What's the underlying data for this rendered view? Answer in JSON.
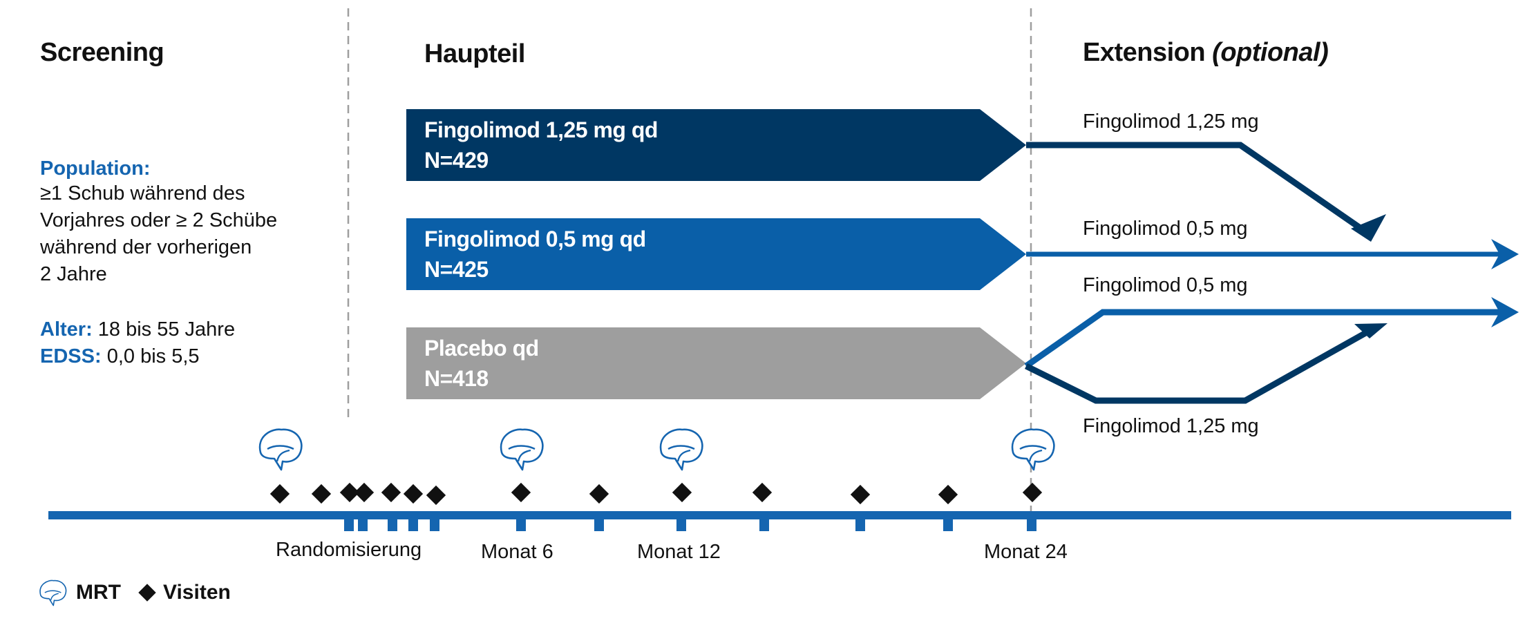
{
  "colors": {
    "dark_blue": "#003763",
    "mid_blue": "#0a5fa8",
    "gray": "#9e9e9e",
    "timeline_blue": "#1565b0",
    "label_blue": "#1565b0"
  },
  "sections": {
    "screening": "Screening",
    "main": "Haupteil",
    "extension": "Extension",
    "extension_note": "(optional)"
  },
  "population": {
    "label": "Population:",
    "lines": [
      "≥1 Schub während des",
      "Vorjahres oder ≥ 2 Schübe",
      "während der vorherigen",
      "2 Jahre"
    ]
  },
  "criteria": {
    "age_label": "Alter:",
    "age_value": "18 bis 55 Jahre",
    "edss_label": "EDSS:",
    "edss_value": "0,0 bis 5,5"
  },
  "arms": [
    {
      "name": "Fingolimod 1,25 mg qd",
      "n": "N=429",
      "color": "#003763"
    },
    {
      "name": "Fingolimod 0,5 mg qd",
      "n": "N=425",
      "color": "#0a5fa8"
    },
    {
      "name": "Placebo qd",
      "n": "N=418",
      "color": "#9e9e9e"
    }
  ],
  "extension_arms": [
    "Fingolimod 1,25 mg",
    "Fingolimod 0,5 mg",
    "Fingolimod 0,5 mg",
    "Fingolimod 1,25 mg"
  ],
  "timeline": {
    "randomization": "Randomisierung",
    "month6": "Monat 6",
    "month12": "Monat 12",
    "month24": "Monat 24"
  },
  "legend": {
    "mri": "MRT",
    "visits": "Visiten",
    "mri_icon": "brain-icon",
    "visit_icon": "diamond-icon"
  }
}
